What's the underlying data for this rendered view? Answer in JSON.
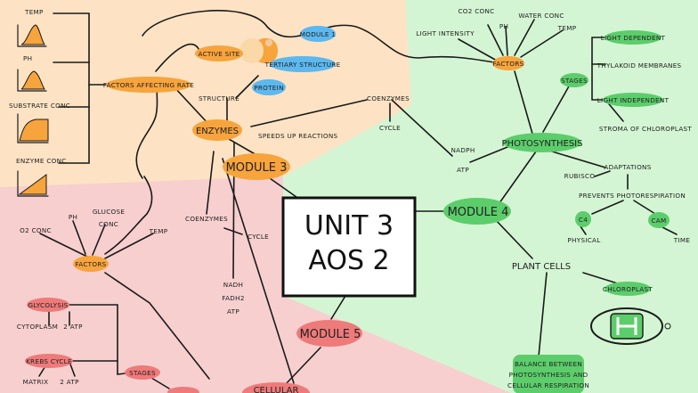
{
  "center": {
    "line1": "UNIT 3",
    "line2": "AOS 2"
  },
  "modules": {
    "m3": "MODULE 3",
    "m4": "MODULE 4",
    "m5": "MODULE 5",
    "m1": "MODULE 1"
  },
  "enzymes": {
    "title": "ENZYMES",
    "active_site": "ACTIVE SITE",
    "structure": "STRUCTURE",
    "tertiary": "TERTIARY STRUCTURE",
    "protein": "PROTEIN",
    "speeds": "SPEEDS UP REACTIONS",
    "coenzymes": "COENZYMES",
    "cycle": "CYCLE",
    "factors": "FACTORS AFFECTING RATE",
    "temp": "TEMP",
    "ph": "PH",
    "substrate": "SUBSTRATE CONC",
    "enzyme_conc": "ENZYME CONC"
  },
  "photo": {
    "title": "PHOTOSYNTHESIS",
    "factors": "FACTORS",
    "co2": "CO2 CONC",
    "ph": "PH",
    "water": "WATER CONC",
    "temp": "TEMP",
    "light": "LIGHT INTENSITY",
    "stages": "STAGES",
    "light_dep": "LIGHT DEPENDENT",
    "thylakoid": "THYLAKOID MEMBRANES",
    "light_indep": "LIGHT INDEPENDENT",
    "stroma": "STROMA OF CHLOROPLAST",
    "nadph": "NADPH",
    "atp": "ATP",
    "adaptations": "ADAPTATIONS",
    "rubisco": "RUBISCO",
    "prevents": "PREVENTS PHOTORESPIRATION",
    "c4": "C4",
    "cam": "CAM",
    "physical": "PHYSICAL",
    "time": "TIME"
  },
  "plant": {
    "title": "PLANT CELLS",
    "chloroplast": "CHLOROPLAST",
    "balance1": "BALANCE BETWEEN",
    "balance2": "PHOTOSYNTHESIS AND",
    "balance3": "CELLULAR RESPIRATION"
  },
  "resp": {
    "coenzymes": "COENZYMES",
    "cycle": "CYCLE",
    "nadh": "NADH",
    "fadh2": "FADH2",
    "atp": "ATP",
    "factors": "FACTORS",
    "o2": "O2 CONC",
    "ph": "PH",
    "glucose1": "GLUCOSE",
    "glucose2": "CONC",
    "temp": "TEMP",
    "glycolysis": "GLYCOLYSIS",
    "cytoplasm": "CYTOPLASM",
    "two_atp": "2 ATP",
    "krebs": "KREBS CYCLE",
    "matrix": "MATRIX",
    "two_atp_b": "2 ATP",
    "stages": "STAGES",
    "cellular": "CELLULAR"
  },
  "colors": {
    "orange_bg": "#fde3c4",
    "green_bg": "#d3f5d3",
    "red_bg": "#f7cfcf",
    "orange": "#f7a43c",
    "green": "#5ccd6b",
    "red": "#ef7a7a",
    "blue": "#5cb8ee"
  }
}
